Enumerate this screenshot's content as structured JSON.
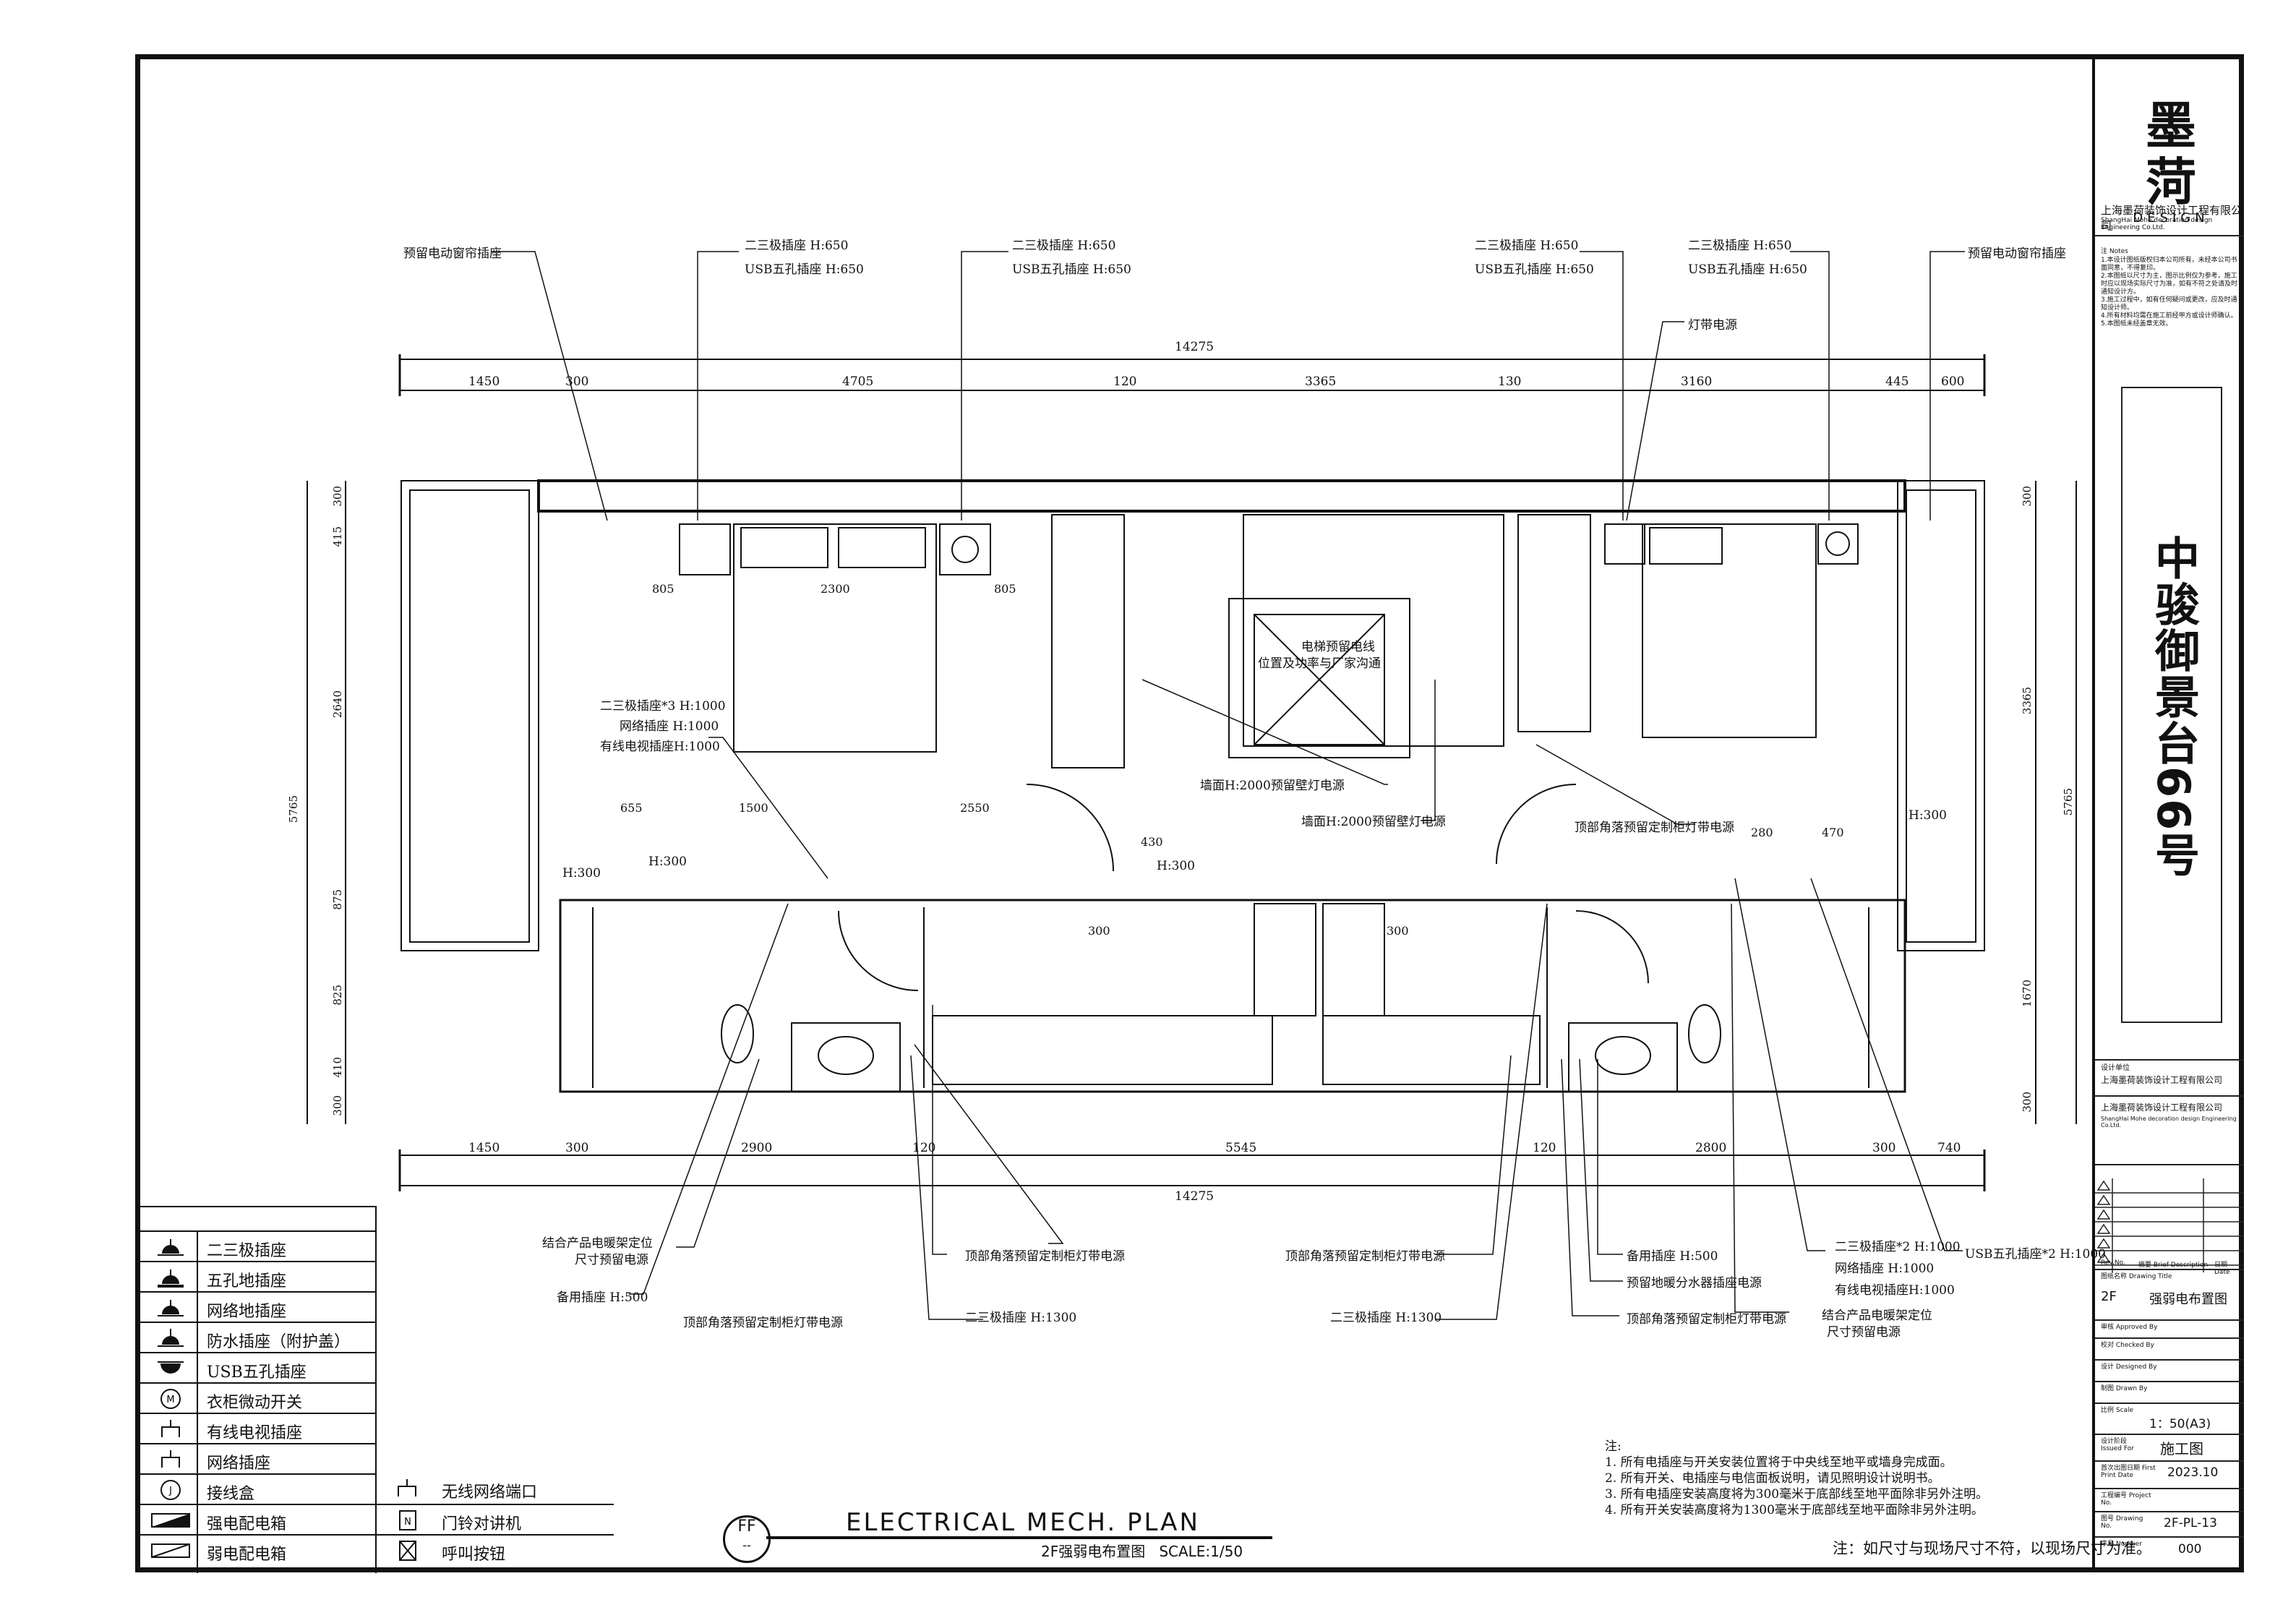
{
  "title_block": {
    "logo_text": "墨菏",
    "logo_sub": "DESIGN",
    "company_cn": "上海墨荷装饰设计工程有限公司",
    "company_en": "ShangHai Mohe decoration design Engineering Co.Ltd.",
    "notes_title": "注 Notes",
    "notes": [
      "1.本设计图纸版权归本公司所有，未经本公司书面同意，不得复印。",
      "2.本图纸以尺寸为主，图示比例仅为参考，施工时应以现场实际尺寸为准，如有不符之处请及时通知设计方。",
      "3.施工过程中，如有任何疑问或更改，应及时通知设计师。",
      "4.所有材料均需在施工前经甲方或设计师确认。",
      "5.本图纸未经盖章无效。"
    ],
    "project_name": "中骏御景台66号",
    "designer_label": "设计单位",
    "designer_value": "上海墨荷装饰设计工程有限公司",
    "company_cn_2": "上海墨荷装饰设计工程有限公司",
    "company_en_2": "ShangHai Mohe decoration design Engineering Co.Ltd.",
    "rev_label": "Rev.No.",
    "brief_label": "摘要 Brief Description",
    "date_label": "日期 Date",
    "drawing_title_label": "图纸名称 Drawing Title",
    "drawing_title_floor": "2F",
    "drawing_title_value": "强弱电布置图",
    "approved_label": "审核 Approved By",
    "checked_label": "校对 Checked By",
    "designed_label": "设计 Designed By",
    "drawn_label": "制图 Drawn By",
    "scale_label": "比例 Scale",
    "scale_value": "1：50(A3)",
    "issued_label": "设计阶段 Issued For",
    "issued_value": "施工图",
    "first_print_label": "首次出图日期 First Print Date",
    "first_print_value": "2023.10",
    "project_no_label": "工程编号 Project No.",
    "drawing_no_label": "图号 Drawing No.",
    "drawing_no_value": "2F-PL-13",
    "number_label": "序号 Number",
    "number_value": "000"
  },
  "legend": [
    {
      "icon": "double-triple-socket-icon",
      "label": "二三极插座"
    },
    {
      "icon": "five-hole-floor-socket-icon",
      "label": "五孔地插座"
    },
    {
      "icon": "network-floor-socket-icon",
      "label": "网络地插座"
    },
    {
      "icon": "waterproof-socket-icon",
      "label": "防水插座（附护盖）"
    },
    {
      "icon": "usb-socket-icon",
      "label": "USB五孔插座"
    },
    {
      "icon": "wardrobe-switch-icon",
      "label": "衣柜微动开关"
    },
    {
      "icon": "tv-socket-icon",
      "label": "有线电视插座"
    },
    {
      "icon": "network-socket-icon",
      "label": "网络插座"
    },
    {
      "icon": "junction-box-icon",
      "label": "接线盒"
    },
    {
      "icon": "strong-power-box-icon",
      "label": "强电配电箱"
    },
    {
      "icon": "weak-power-box-icon",
      "label": "弱电配电箱"
    }
  ],
  "legend_right": [
    {
      "icon": "wifi-port-icon",
      "label": "无线网络端口"
    },
    {
      "icon": "doorbell-intercom-icon",
      "label": "门铃对讲机"
    },
    {
      "icon": "call-button-icon",
      "label": "呼叫按钮"
    }
  ],
  "plan": {
    "title_en": "ELECTRICAL MECH. PLAN",
    "title_cn": "2F强弱电布置图",
    "scale": "SCALE:1/50",
    "ff": "FF",
    "ff_sub": "--",
    "dims_top_total": "14275",
    "dims_top": [
      "1450",
      "300",
      "4705",
      "120",
      "3365",
      "130",
      "3160",
      "445",
      "600"
    ],
    "dims_bottom_total": "14275",
    "dims_bottom": [
      "1450",
      "300",
      "2900",
      "120",
      "5545",
      "120",
      "2800",
      "300",
      "740"
    ],
    "dims_left_total": "5765",
    "dims_left": [
      "300",
      "415",
      "2640",
      "875",
      "825",
      "410",
      "300"
    ],
    "dims_right_total": "5765",
    "dims_right": [
      "300",
      "3365",
      "1670",
      "300"
    ],
    "bed_dims_left": [
      "805",
      "2300",
      "805"
    ],
    "inner_dims": [
      "655",
      "1500",
      "2550",
      "430",
      "300",
      "300",
      "280",
      "470"
    ]
  },
  "annotations": {
    "curtain_socket_l": "预留电动窗帘插座",
    "curtain_socket_r": "预留电动窗帘插座",
    "socket_650_1a": "二三极插座  H:650",
    "socket_650_1b": "USB五孔插座  H:650",
    "socket_650_2a": "二三极插座  H:650",
    "socket_650_2b": "USB五孔插座  H:650",
    "socket_650_3a": "二三极插座  H:650",
    "socket_650_3b": "USB五孔插座  H:650",
    "socket_650_4a": "二三极插座  H:650",
    "socket_650_4b": "USB五孔插座  H:650",
    "light_strip": "灯带电源",
    "bed_l_a": "二三极插座*3  H:1000",
    "bed_l_b": "网络插座  H:1000",
    "bed_l_c": "有线电视插座H:1000",
    "elevator_a": "电梯预留电线",
    "elevator_b": "位置及功率与厂家沟通",
    "wall_lamp_1": "墙面H:2000预留壁灯电源",
    "wall_lamp_2": "墙面H:2000预留壁灯电源",
    "cabinet_light_r": "顶部角落预留定制柜灯带电源",
    "h300": "H:300",
    "h300b": "H:300",
    "h300c": "H:300",
    "h300d": "H:300",
    "bottom_1a": "结合产品电暖架定位",
    "bottom_1b": "尺寸预留电源",
    "bottom_2": "备用插座  H:500",
    "bottom_3": "顶部角落预留定制柜灯带电源",
    "bottom_4": "顶部角落预留定制柜灯带电源",
    "bottom_5": "二三极插座  H:1300",
    "bottom_6": "顶部角落预留定制柜灯带电源",
    "bottom_7": "二三极插座  H:1300",
    "bottom_8": "备用插座  H:500",
    "bottom_9": "预留地暖分水器插座电源",
    "bottom_10": "顶部角落预留定制柜灯带电源",
    "bottom_11a": "结合产品电暖架定位",
    "bottom_11b": "尺寸预留电源",
    "bottom_12a": "二三极插座*2  H:1000",
    "bottom_12b": "网络插座  H:1000",
    "bottom_12c": "有线电视插座H:1000",
    "bottom_13": "USB五孔插座*2  H:1000"
  },
  "general_notes": {
    "title": "注:",
    "items": [
      "1.  所有电插座与开关安装位置将于中央线至地平或墙身完成面。",
      "2.  所有开关、电插座与电信面板说明，请见照明设计说明书。",
      "3.  所有电插座安装高度将为300毫米于底部线至地平面除非另外注明。",
      "4.  所有开关安装高度将为1300毫米于底部线至地平面除非另外注明。"
    ],
    "bottom": "注：如尺寸与现场尺寸不符，以现场尺寸为准。"
  }
}
